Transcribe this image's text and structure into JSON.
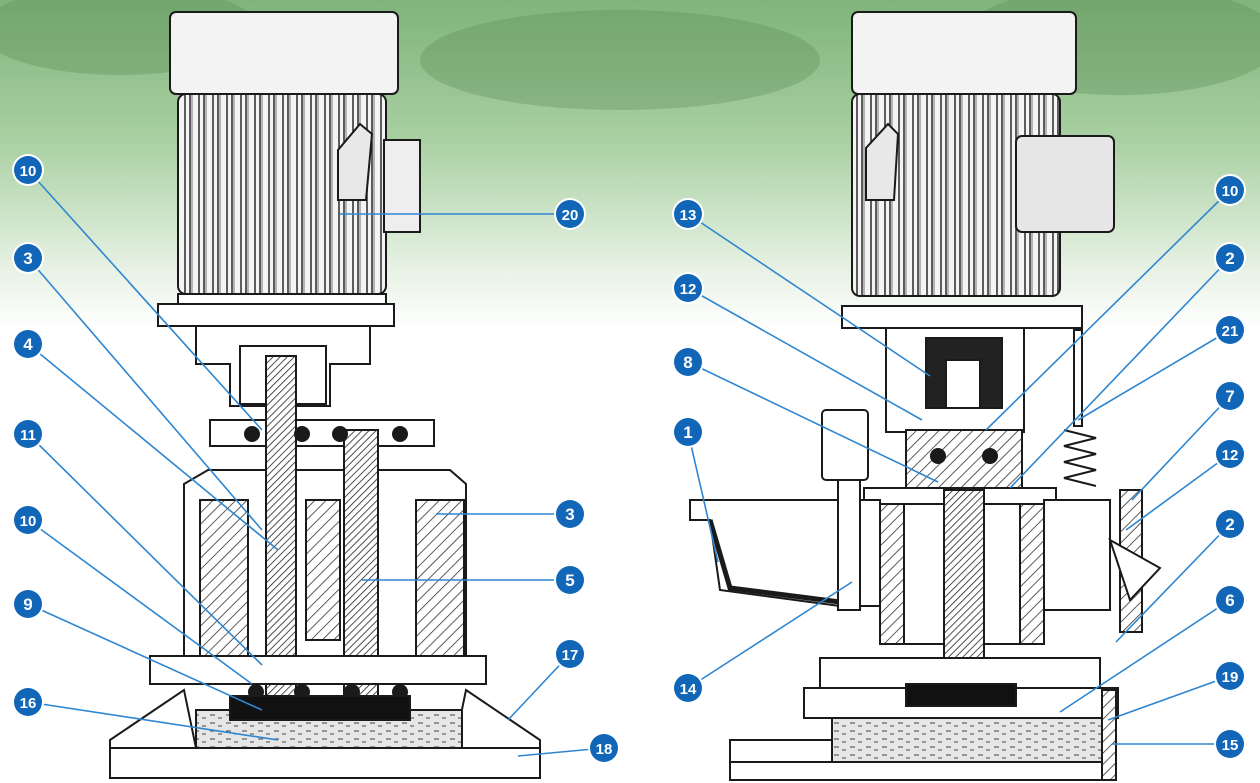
{
  "colors": {
    "badge_fill": "#1166b8",
    "badge_text": "#ffffff",
    "leader_line": "#2e86d1",
    "outline": "#1a1a1a",
    "hatch": "#333333",
    "oil": "#dcdcdc",
    "background_top": "#8fbf86",
    "background_bottom": "#ffffff"
  },
  "diagram": {
    "left_view": {
      "callouts": [
        {
          "label": "10"
        },
        {
          "label": "3"
        },
        {
          "label": "4"
        },
        {
          "label": "11"
        },
        {
          "label": "10"
        },
        {
          "label": "9"
        },
        {
          "label": "16"
        },
        {
          "label": "20"
        },
        {
          "label": "3"
        },
        {
          "label": "5"
        },
        {
          "label": "17"
        },
        {
          "label": "18"
        }
      ]
    },
    "right_view": {
      "callouts": [
        {
          "label": "13"
        },
        {
          "label": "12"
        },
        {
          "label": "8"
        },
        {
          "label": "1"
        },
        {
          "label": "14"
        },
        {
          "label": "10"
        },
        {
          "label": "2"
        },
        {
          "label": "21"
        },
        {
          "label": "7"
        },
        {
          "label": "12"
        },
        {
          "label": "2"
        },
        {
          "label": "6"
        },
        {
          "label": "19"
        },
        {
          "label": "15"
        }
      ]
    }
  }
}
